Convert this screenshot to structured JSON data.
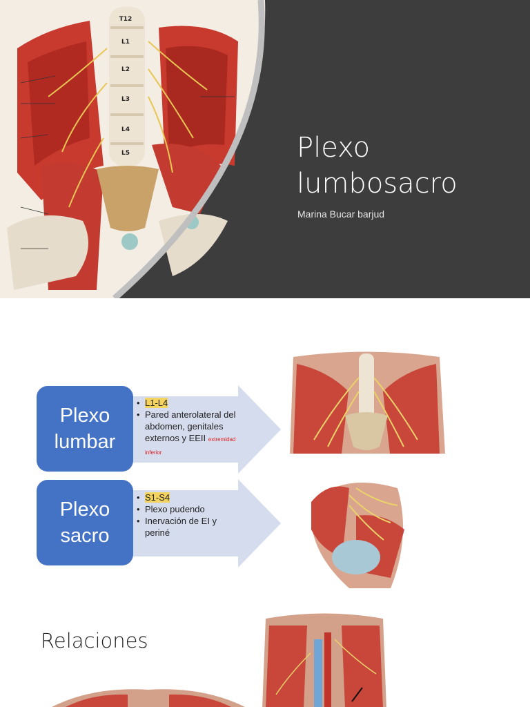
{
  "slide1": {
    "title": "Plexo lumbosacro",
    "author": "Marina Bucar barjud",
    "vertebra_labels": [
      "T12",
      "L1",
      "L2",
      "L3",
      "L4",
      "L5"
    ],
    "colors": {
      "background": "#3d3d3d",
      "curve": "#bfbfbf",
      "title": "#ffffff"
    }
  },
  "slide2": {
    "rows": [
      {
        "box_label_1": "Plexo",
        "box_label_2": "lumbar",
        "bullet_highlight": "L1-L4",
        "bullet_2": "Pared anterolateral del abdomen, genitales externos y EEII",
        "red_note": "extremidad inferior"
      },
      {
        "box_label_1": "Plexo",
        "box_label_2": "sacro",
        "bullet_highlight": "S1-S4",
        "bullet_2": "Plexo pudendo",
        "bullet_3": "Inervación de EI y periné"
      }
    ],
    "colors": {
      "box": "#4472c4",
      "arrow": "#d5dcee",
      "highlight": "#f4d35e",
      "note": "#e02020"
    }
  },
  "slide3": {
    "title": "Relaciones"
  }
}
